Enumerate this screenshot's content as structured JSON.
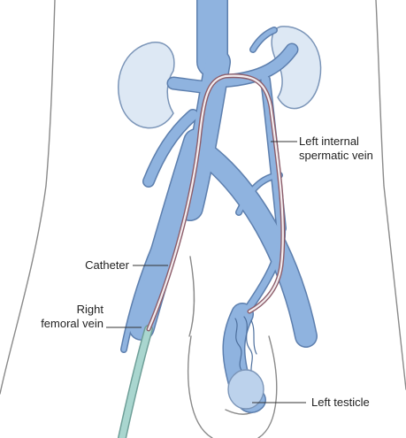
{
  "labels": {
    "left_internal_spermatic_vein": [
      "Left internal",
      "spermatic vein"
    ],
    "catheter": "Catheter",
    "right_femoral_vein": [
      "Right",
      "femoral vein"
    ],
    "left_testicle": "Left testicle"
  },
  "colors": {
    "vein_fill": "#8fb3df",
    "vein_stroke": "#5d7fae",
    "kidney_fill": "#dde8f4",
    "body_outline": "#8a8a8a",
    "catheter_outer": "#8d5e6b",
    "catheter_inner": "#f4eef0",
    "sheath": "#a9d6cf",
    "leader_line": "#333333"
  }
}
